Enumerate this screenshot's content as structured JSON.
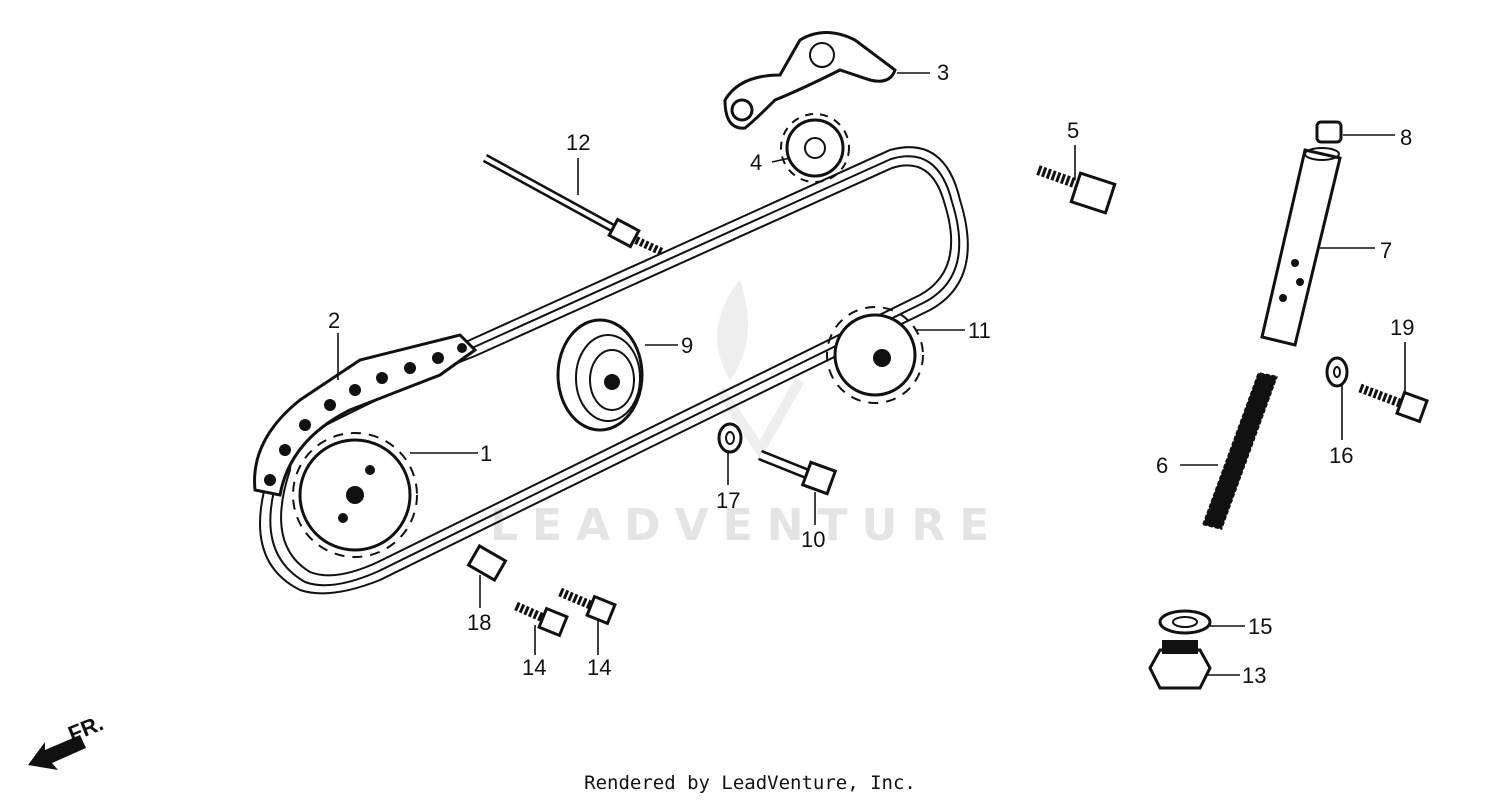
{
  "watermark": "LEADVENTURE",
  "footer": "Rendered by LeadVenture, Inc.",
  "direction_label": "FR.",
  "callouts": [
    {
      "id": "1",
      "label": "1"
    },
    {
      "id": "2",
      "label": "2"
    },
    {
      "id": "3",
      "label": "3"
    },
    {
      "id": "4",
      "label": "4"
    },
    {
      "id": "5",
      "label": "5"
    },
    {
      "id": "6",
      "label": "6"
    },
    {
      "id": "7",
      "label": "7"
    },
    {
      "id": "8",
      "label": "8"
    },
    {
      "id": "9",
      "label": "9"
    },
    {
      "id": "10",
      "label": "10"
    },
    {
      "id": "11",
      "label": "11"
    },
    {
      "id": "12",
      "label": "12"
    },
    {
      "id": "13",
      "label": "13"
    },
    {
      "id": "14a",
      "label": "14"
    },
    {
      "id": "14b",
      "label": "14"
    },
    {
      "id": "15",
      "label": "15"
    },
    {
      "id": "16",
      "label": "16"
    },
    {
      "id": "17",
      "label": "17"
    },
    {
      "id": "18",
      "label": "18"
    },
    {
      "id": "19",
      "label": "19"
    }
  ]
}
